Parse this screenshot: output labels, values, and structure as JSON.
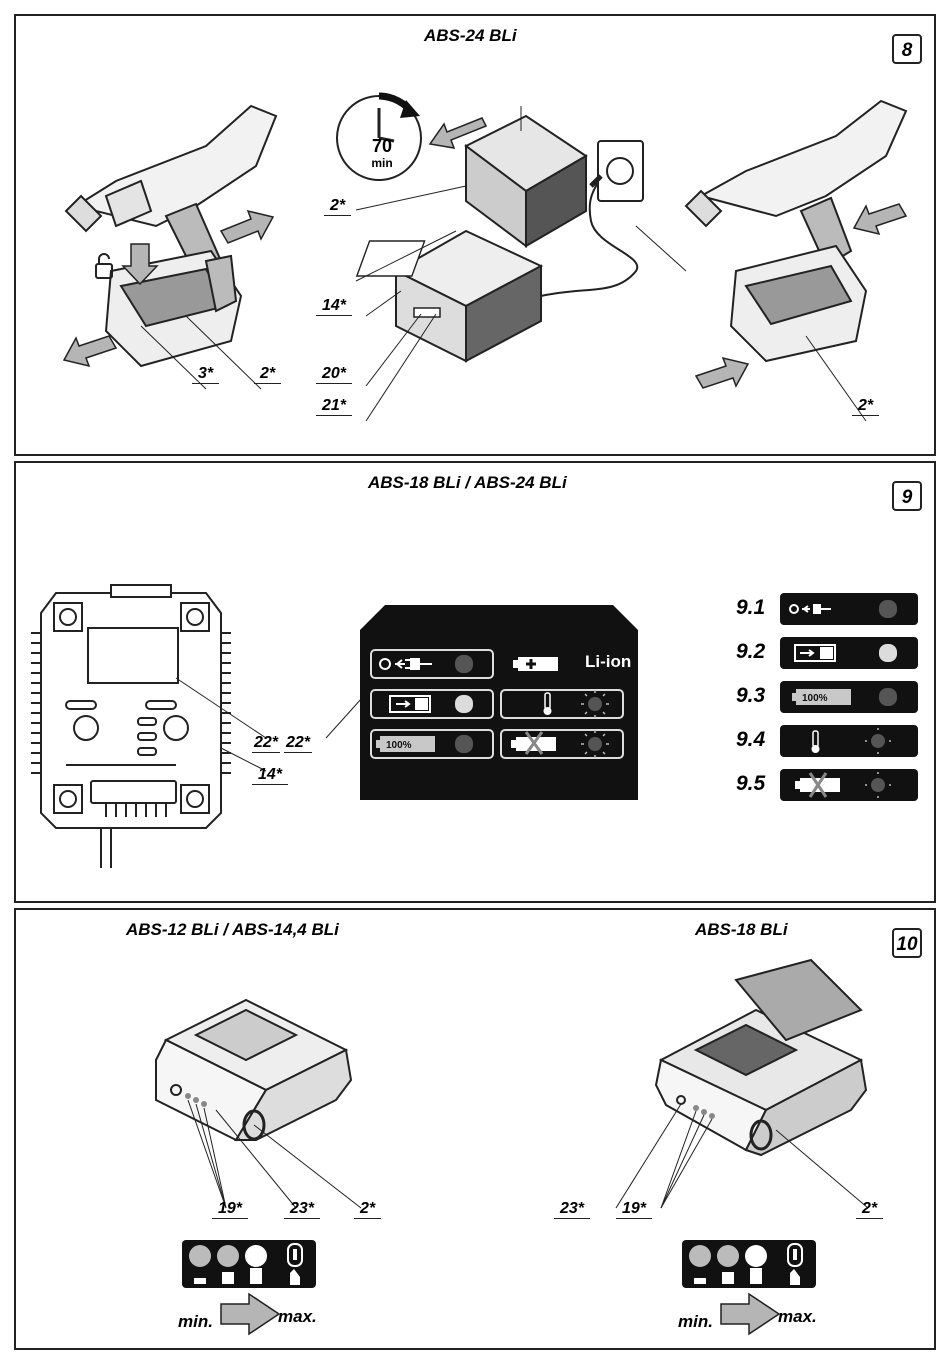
{
  "panel8": {
    "number": "8",
    "title": "ABS-24 BLi",
    "timer": {
      "value": "70",
      "unit": "min"
    },
    "callouts": [
      "2*",
      "3*",
      "2*",
      "14*",
      "20*",
      "21*",
      "2*"
    ]
  },
  "panel9": {
    "number": "9",
    "title": "ABS-18 BLi / ABS-24 BLi",
    "callouts": [
      "22*",
      "22*",
      "14*"
    ],
    "control_panel": {
      "battery_type": "Li-ion",
      "full_label": "100%"
    },
    "indicators": [
      {
        "label": "9.1"
      },
      {
        "label": "9.2"
      },
      {
        "label": "9.3",
        "text": "100%"
      },
      {
        "label": "9.4"
      },
      {
        "label": "9.5"
      }
    ]
  },
  "panel10": {
    "number": "10",
    "left_title": "ABS-12 BLi / ABS-14,4 BLi",
    "right_title": "ABS-18 BLi",
    "left_callouts": [
      "19*",
      "23*",
      "2*"
    ],
    "right_callouts": [
      "23*",
      "19*",
      "2*"
    ],
    "scale": {
      "min": "min.",
      "max": "max."
    }
  },
  "colors": {
    "ink": "#111111",
    "outline": "#222222",
    "led_off": "#555555",
    "arrow_fill": "#b5b5b5"
  }
}
